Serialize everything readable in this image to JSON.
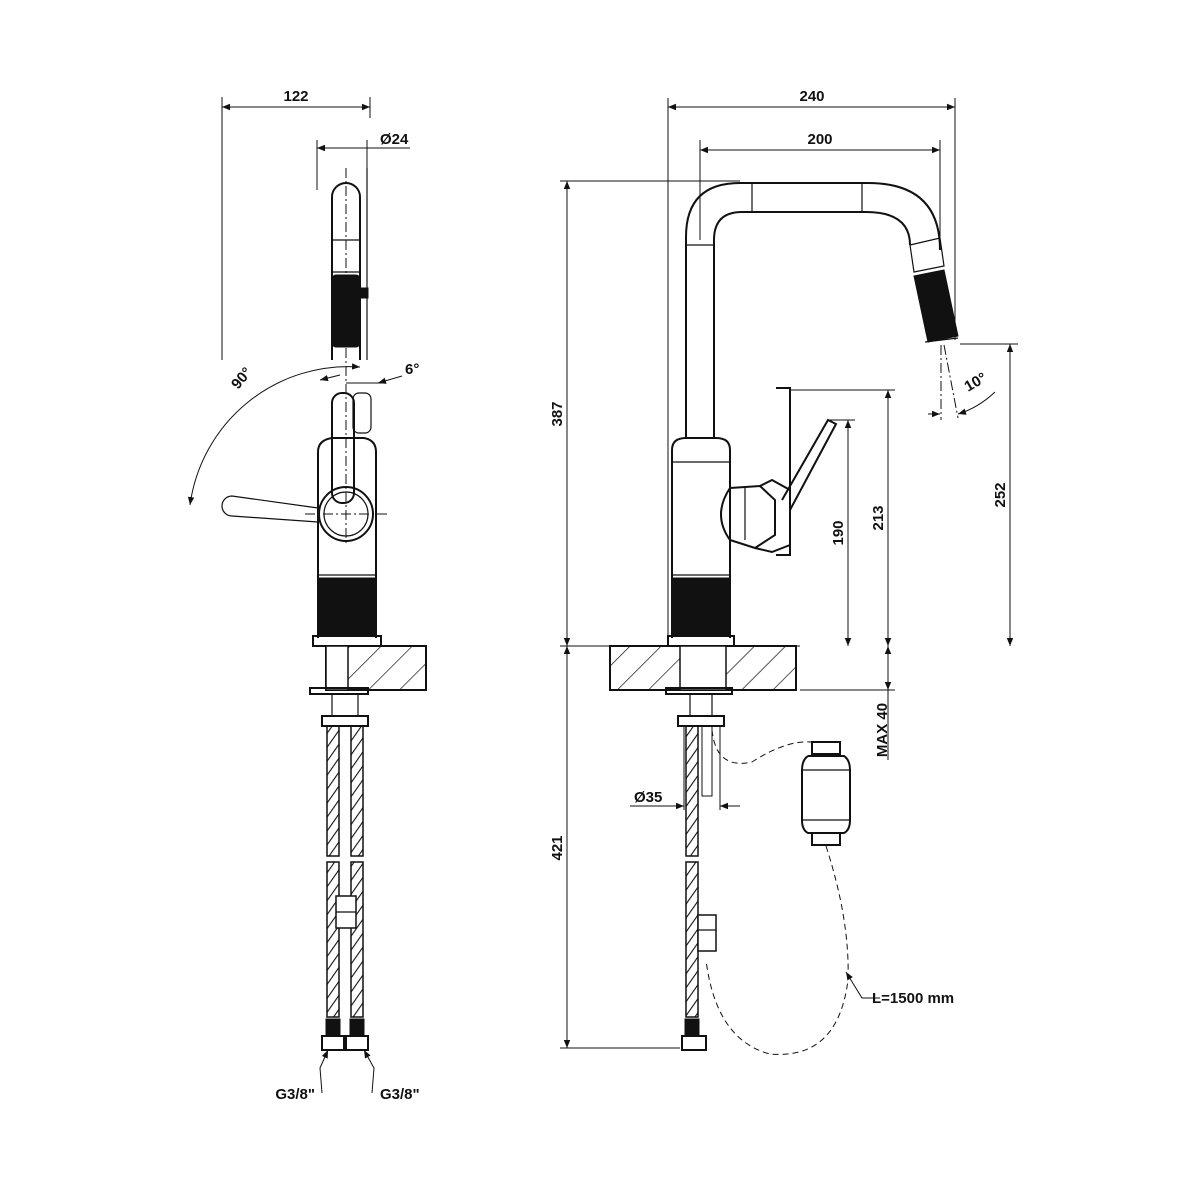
{
  "front_view": {
    "width": "122",
    "spout_diameter": "Ø24",
    "swivel_angle": "90°",
    "spout_tilt": "6°",
    "hose_left": "G3/8\"",
    "hose_right": "G3/8\""
  },
  "side_view": {
    "reach_total": "240",
    "reach_spout": "200",
    "height_total": "387",
    "handle_height": "213",
    "lever_height": "190",
    "spout_outlet_height": "252",
    "outlet_angle": "10°",
    "deck_thickness": "MAX 40",
    "hole_diameter": "Ø35",
    "under_deck_length": "421",
    "pullout_hose": "L=1500 mm"
  }
}
